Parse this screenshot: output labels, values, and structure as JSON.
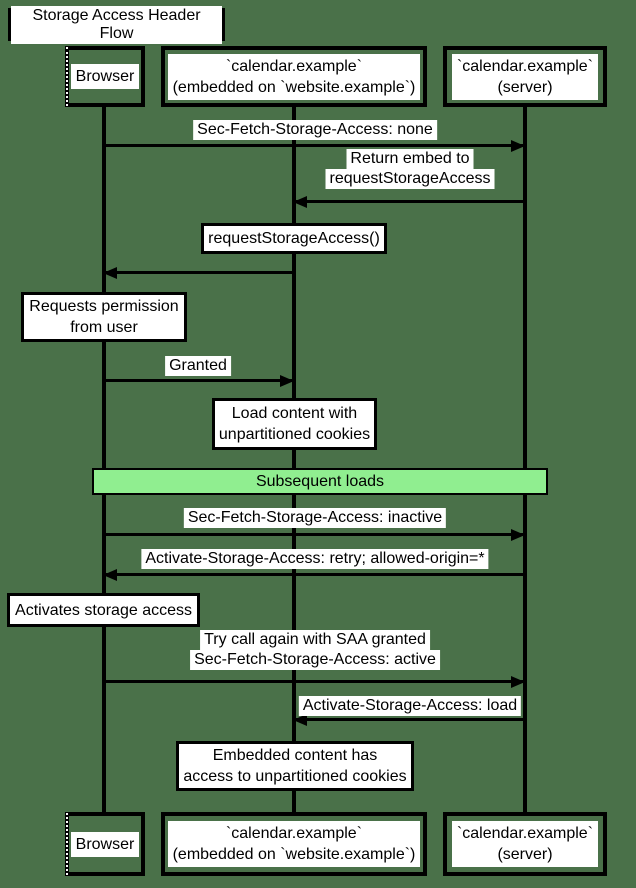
{
  "title": "Storage Access Header Flow",
  "colors": {
    "background": "#4A7149",
    "line": "#000000",
    "label_bg": "#FFFFFF",
    "text": "#000000",
    "separator_fill": "#90EE90"
  },
  "participants": [
    {
      "id": "browser",
      "label_lines": [
        "Browser"
      ]
    },
    {
      "id": "embed",
      "label_lines": [
        "`calendar.example`",
        "(embedded on `website.example`)"
      ]
    },
    {
      "id": "server",
      "label_lines": [
        "`calendar.example`",
        "(server)"
      ]
    }
  ],
  "messages": [
    {
      "from": "browser",
      "to": "server",
      "label_lines": [
        "Sec-Fetch-Storage-Access: none"
      ]
    },
    {
      "from": "server",
      "to": "embed",
      "label_lines": [
        "Return embed to",
        "requestStorageAccess"
      ]
    },
    {
      "from": "embed",
      "to": "browser",
      "label_lines": []
    },
    {
      "from": "browser",
      "to": "embed",
      "label_lines": [
        "Granted"
      ]
    },
    {
      "from": "browser",
      "to": "server",
      "label_lines": [
        "Sec-Fetch-Storage-Access: inactive"
      ]
    },
    {
      "from": "server",
      "to": "browser",
      "label_lines": [
        "Activate-Storage-Access: retry; allowed-origin=*"
      ]
    },
    {
      "from": "browser",
      "to": "server",
      "label_lines": [
        "Try call again with SAA granted",
        "Sec-Fetch-Storage-Access: active"
      ]
    },
    {
      "from": "server",
      "to": "embed",
      "label_lines": [
        "Activate-Storage-Access: load"
      ]
    }
  ],
  "notes": [
    {
      "over": "embed",
      "text_lines": [
        "requestStorageAccess()"
      ]
    },
    {
      "over": "browser",
      "text_lines": [
        "Requests permission",
        "from user"
      ]
    },
    {
      "over": "embed",
      "text_lines": [
        "Load content with",
        "unpartitioned cookies"
      ]
    },
    {
      "over": "browser",
      "text_lines": [
        "Activates storage access"
      ]
    },
    {
      "over": "embed",
      "text_lines": [
        "Embedded content has",
        "access to unpartitioned cookies"
      ]
    }
  ],
  "separator": {
    "label": "Subsequent loads"
  }
}
